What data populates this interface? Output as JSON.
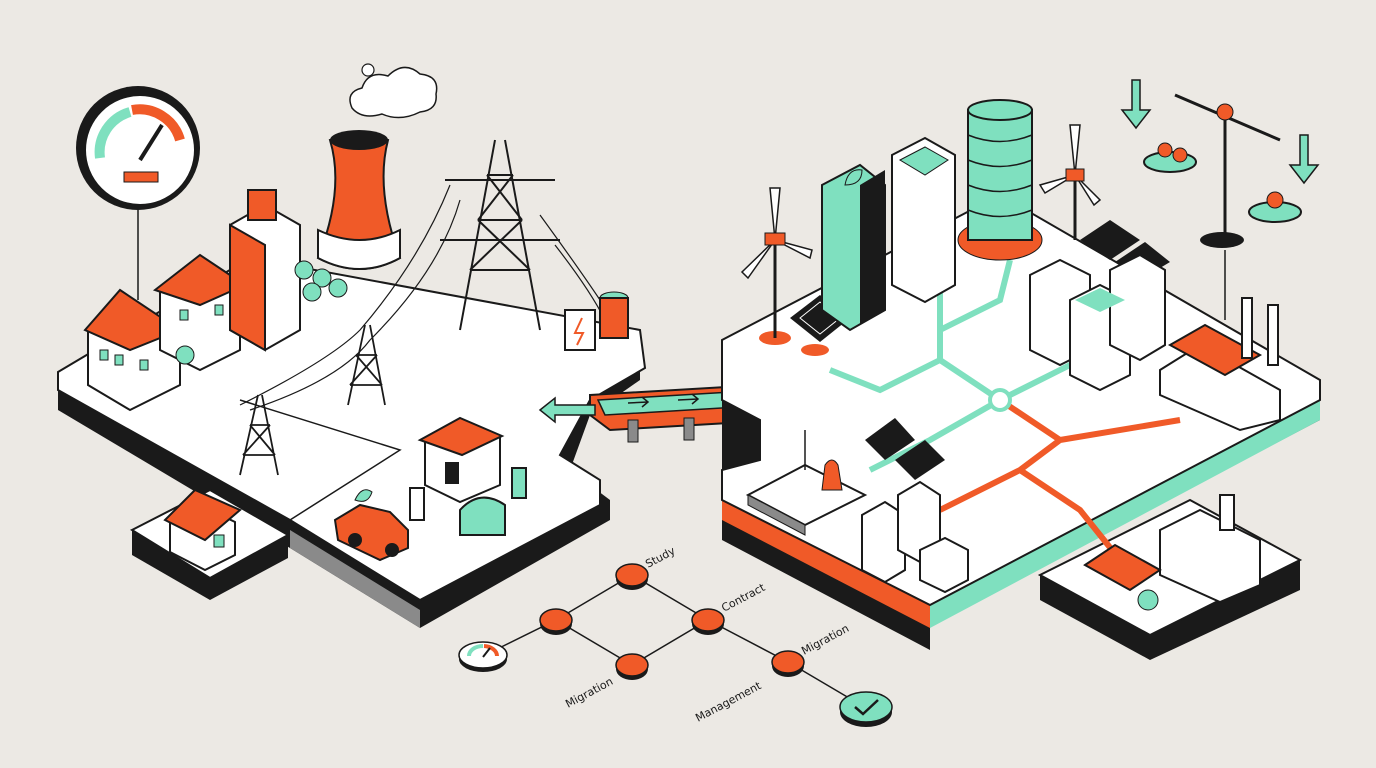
{
  "colors": {
    "background": "#ece9e4",
    "accent_orange": "#f05a28",
    "accent_mint": "#7fe0bf",
    "ink": "#1a1a1a",
    "platform": "#ffffff",
    "shadow": "#8a8a8a"
  },
  "diagram": {
    "left_scene": "conventional-grid-city",
    "right_scene": "green-smart-city",
    "connector": "bridge-with-arrows",
    "icons": [
      "gauge-icon",
      "balance-scale-icon",
      "check-icon",
      "leaf-icon",
      "bolt-icon"
    ]
  },
  "roadmap": {
    "labels": {
      "study": "Study",
      "contract": "Contract",
      "migration_top": "Migration",
      "migration_left": "Migration",
      "management": "Management"
    },
    "final_state": "check-icon"
  }
}
